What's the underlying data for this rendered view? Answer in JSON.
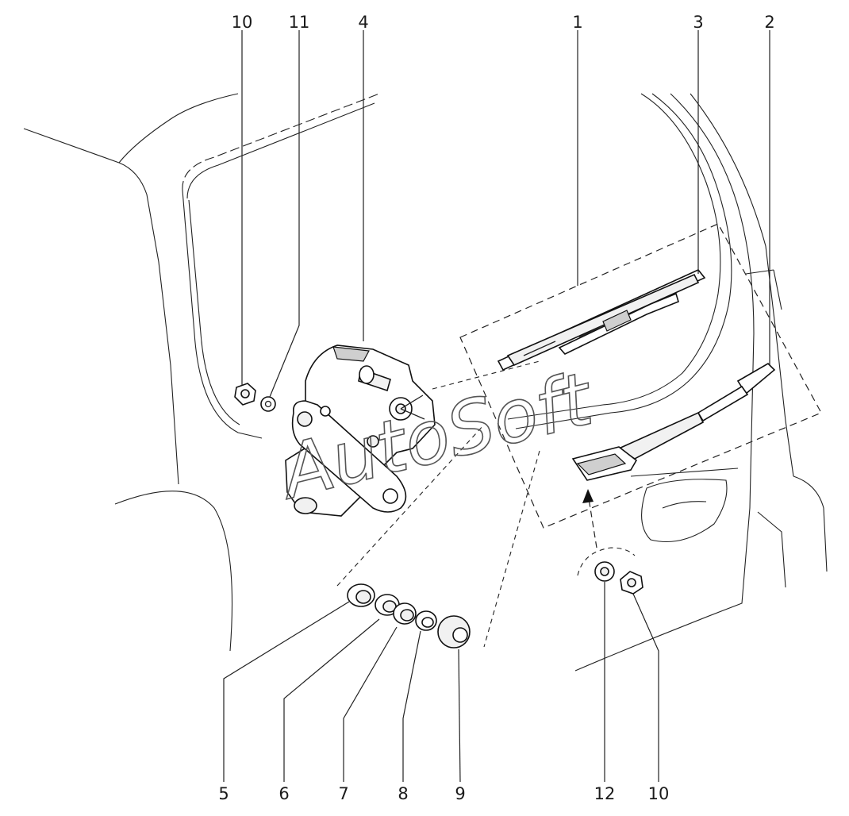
{
  "watermark": "AutoSoft",
  "callouts": {
    "nut_top": "10",
    "washer_top": "11",
    "motor": "4",
    "arm_assembly": "1",
    "blade_insert": "3",
    "arm": "2",
    "spacer_5": "5",
    "spacer_6": "6",
    "spacer_7": "7",
    "spacer_8": "8",
    "spacer_9": "9",
    "cap": "12",
    "nut_bottom": "10"
  }
}
